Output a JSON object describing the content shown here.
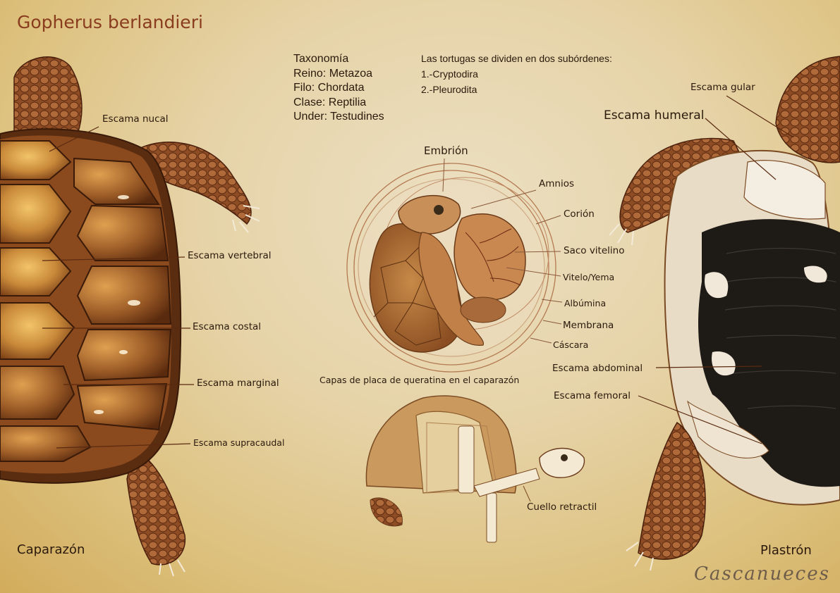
{
  "title": "Gopherus berlandieri",
  "taxonomy": [
    "Taxonomía",
    "Reino: Metazoa",
    "Filo: Chordata",
    "Clase: Reptilia",
    "Under: Testudines"
  ],
  "suborders": [
    "Las tortugas se dividen en dos subórdenes:",
    "1.-Cryptodira",
    "2.-Pleurodita"
  ],
  "carapace": {
    "caption": "Caparazón",
    "labels": {
      "nucal": "Escama nucal",
      "vertebral": "Escama vertebral",
      "costal": "Escama costal",
      "marginal": "Escama marginal",
      "supracaudal": "Escama supracaudal"
    }
  },
  "embryo": {
    "labels": {
      "embrion": "Embrión",
      "amnios": "Amnios",
      "corion": "Corión",
      "saco": "Saco vitelino",
      "vitelo": "Vitelo/Yema",
      "albumina": "Albúmina",
      "membrana": "Membrana",
      "cascara": "Cáscara"
    }
  },
  "section": {
    "caption": "Capas de placa de queratina en el caparazón",
    "cuello": "Cuello retractil"
  },
  "plastron": {
    "caption": "Plastrón",
    "labels": {
      "gular": "Escama gular",
      "humeral": "Escama humeral",
      "abdominal": "Escama abdominal",
      "femoral": "Escama femoral"
    }
  },
  "signature": "Cascanueces",
  "colors": {
    "background": "#e4d0a2",
    "title": "#8a3c1e",
    "scute": "#a8652a",
    "scute_light": "#e8b65a",
    "skin": "#8a4a26",
    "plastron_dark": "#1e1a16",
    "plastron_light": "#efe6d6",
    "leader_line": "#6a3a1c"
  }
}
